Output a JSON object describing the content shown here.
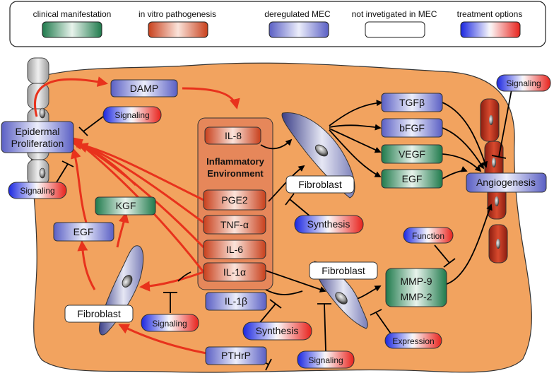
{
  "legend": {
    "items": [
      {
        "label": "clinical manifestation",
        "style": "clinical"
      },
      {
        "label": "in vitro pathogenesis",
        "style": "invitro"
      },
      {
        "label": "deregulated MEC",
        "style": "mec"
      },
      {
        "label": "not invetigated in MEC",
        "style": "none"
      },
      {
        "label": "treatment options",
        "style": "treatment"
      }
    ]
  },
  "colors": {
    "cell_background": "#f3a862",
    "red_arrow": "#e8321c",
    "clinical": "#2e8b57",
    "invitro": "#d9542b",
    "mec": "#6a6fc9",
    "treatment_blue": "#2230e0",
    "treatment_red": "#e8221c",
    "vessel": "#c0321e"
  },
  "nodes": {
    "damp": "DAMP",
    "epidermal_line1": "Epidermal",
    "epidermal_line2": "Proliferation",
    "inflammatory_line1": "Inflammatory",
    "inflammatory_line2": "Environment",
    "il8": "IL-8",
    "pge2": "PGE2",
    "tnfa": "TNF-α",
    "il6": "IL-6",
    "il1a": "IL-1α",
    "il1b": "IL-1β",
    "pthrp": "PTHrP",
    "kgf": "KGF",
    "egf_left": "EGF",
    "fibroblast_top": "Fibroblast",
    "fibroblast_mid": "Fibroblast",
    "fibroblast_left": "Fibroblast",
    "tgfb": "TGFβ",
    "bfgf": "bFGF",
    "vegf": "VEGF",
    "egf_right": "EGF",
    "angiogenesis": "Angiogenesis",
    "mmp9": "MMP-9",
    "mmp2": "MMP-2"
  },
  "treatments": {
    "signaling_epi_top": "Signaling",
    "signaling_epi_bottom": "Signaling",
    "signaling_angio": "Signaling",
    "synthesis_fib": "Synthesis",
    "function_mmp": "Function",
    "signaling_fib_left": "Signaling",
    "synthesis_bottom": "Synthesis",
    "expression_mmp": "Expression",
    "signaling_bottom": "Signaling"
  }
}
